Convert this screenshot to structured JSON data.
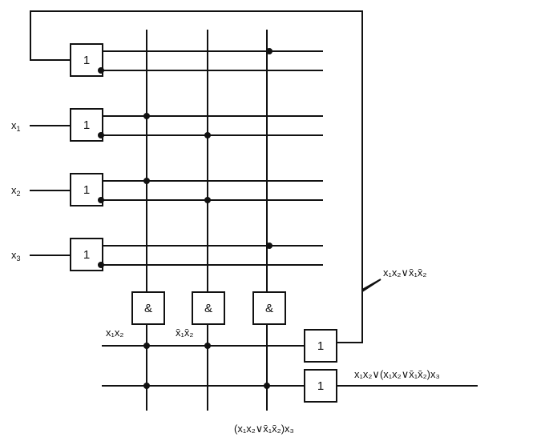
{
  "gates": {
    "not_symbol": "1",
    "and_symbol": "&",
    "or_symbol": "1"
  },
  "inputs": {
    "x1": {
      "main": "x",
      "sub": "1"
    },
    "x2": {
      "main": "x",
      "sub": "2"
    },
    "x3": {
      "main": "x",
      "sub": "3"
    }
  },
  "labels": {
    "and1_out": "x₁x₂",
    "and2_out": "x̄₁x̄₂",
    "feedback": "x₁x₂∨x̄₁x̄₂",
    "output": "x₁x₂∨(x₁x₂∨x̄₁x̄₂)x₃",
    "and3_out": "(x₁x₂∨x̄₁x̄₂)x₃"
  }
}
